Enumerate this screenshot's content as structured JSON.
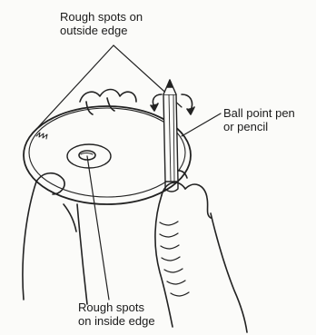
{
  "labels": {
    "outside_edge": [
      "Rough spots on",
      "outside edge"
    ],
    "pen": [
      "Ball point pen",
      "or pencil"
    ],
    "inside_edge": [
      "Rough spots",
      "on inside edge"
    ]
  }
}
